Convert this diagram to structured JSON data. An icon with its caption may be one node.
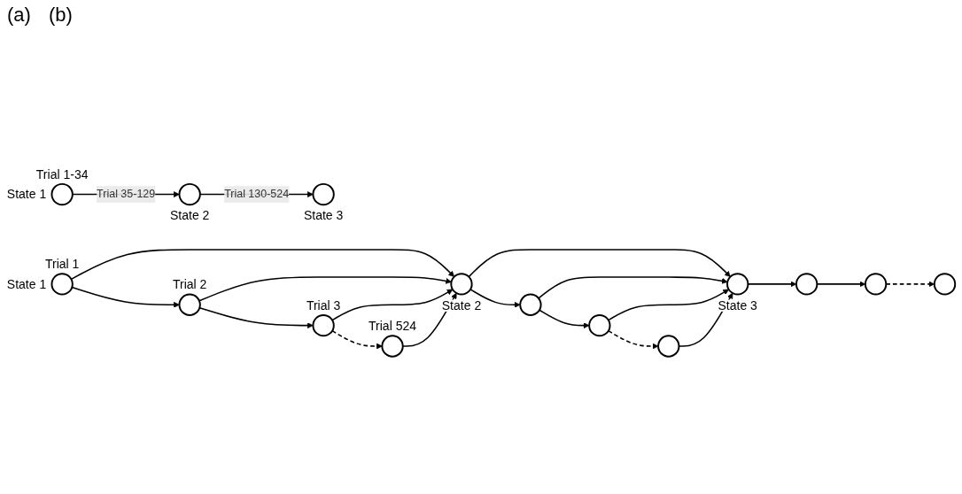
{
  "diagram": {
    "nodes": [
      {
        "text": [],
        "shape": "circle",
        "beside": [
          "Trial 1-34",
          "State 1"
        ]
      },
      {
        "text": [],
        "shape": "circle",
        "beside": [
          "State 2"
        ]
      },
      {
        "text": [],
        "shape": "circle",
        "beside": [
          "State 3"
        ]
      },
      {
        "text": [],
        "shape": "circle",
        "beside": [
          "Trial 1",
          "State 1"
        ]
      },
      {
        "text": [],
        "shape": "circle",
        "beside": [
          "Trial 2"
        ]
      },
      {
        "text": [],
        "shape": "circle",
        "beside": [
          "Trial 3"
        ]
      },
      {
        "text": [],
        "shape": "circle",
        "beside": [
          "Trial 524"
        ]
      },
      {
        "text": [],
        "shape": "circle",
        "beside": [
          "State 2"
        ]
      },
      {
        "text": [],
        "shape": "circle"
      },
      {
        "text": [],
        "shape": "circle"
      },
      {
        "text": [],
        "shape": "circle"
      },
      {
        "text": [],
        "shape": "circle",
        "beside": [
          "State 3"
        ]
      },
      {
        "text": [],
        "shape": "circle"
      },
      {
        "text": [],
        "shape": "circle"
      },
      {
        "text": [],
        "shape": "circle"
      }
    ],
    "edges": [
      {
        "from": 0,
        "to": 1,
        "arrow": "to",
        "label": "Trial 35-129"
      },
      {
        "from": 1,
        "to": 2,
        "arrow": "to",
        "label": "Trial 130-524"
      },
      {
        "from": 3,
        "to": 4,
        "arrow": "to"
      },
      {
        "from": 4,
        "to": 5,
        "arrow": "to"
      },
      {
        "from": 5,
        "to": 6,
        "arrow": "to",
        "style": "dashed"
      },
      {
        "from": 3,
        "to": 7,
        "arrow": "to"
      },
      {
        "from": 4,
        "to": 7,
        "arrow": "to"
      },
      {
        "from": 5,
        "to": 7,
        "arrow": "to"
      },
      {
        "from": 6,
        "to": 7,
        "arrow": "to"
      },
      {
        "from": 7,
        "to": 8,
        "arrow": "to"
      },
      {
        "from": 8,
        "to": 9,
        "arrow": "to"
      },
      {
        "from": 9,
        "to": 10,
        "arrow": "to",
        "style": "dashed"
      },
      {
        "from": 7,
        "to": 11,
        "arrow": "to"
      },
      {
        "from": 8,
        "to": 11,
        "arrow": "to"
      },
      {
        "from": 9,
        "to": 11,
        "arrow": "to"
      },
      {
        "from": 10,
        "to": 11,
        "arrow": "to"
      },
      {
        "from": 11,
        "to": 12,
        "arrow": "to"
      },
      {
        "from": 12,
        "to": 13,
        "arrow": "to"
      },
      {
        "from": 13,
        "to": 14,
        "arrow": "to",
        "style": "dashed"
      }
    ],
    "labels": [
      "(a)",
      "(b)"
    ]
  }
}
